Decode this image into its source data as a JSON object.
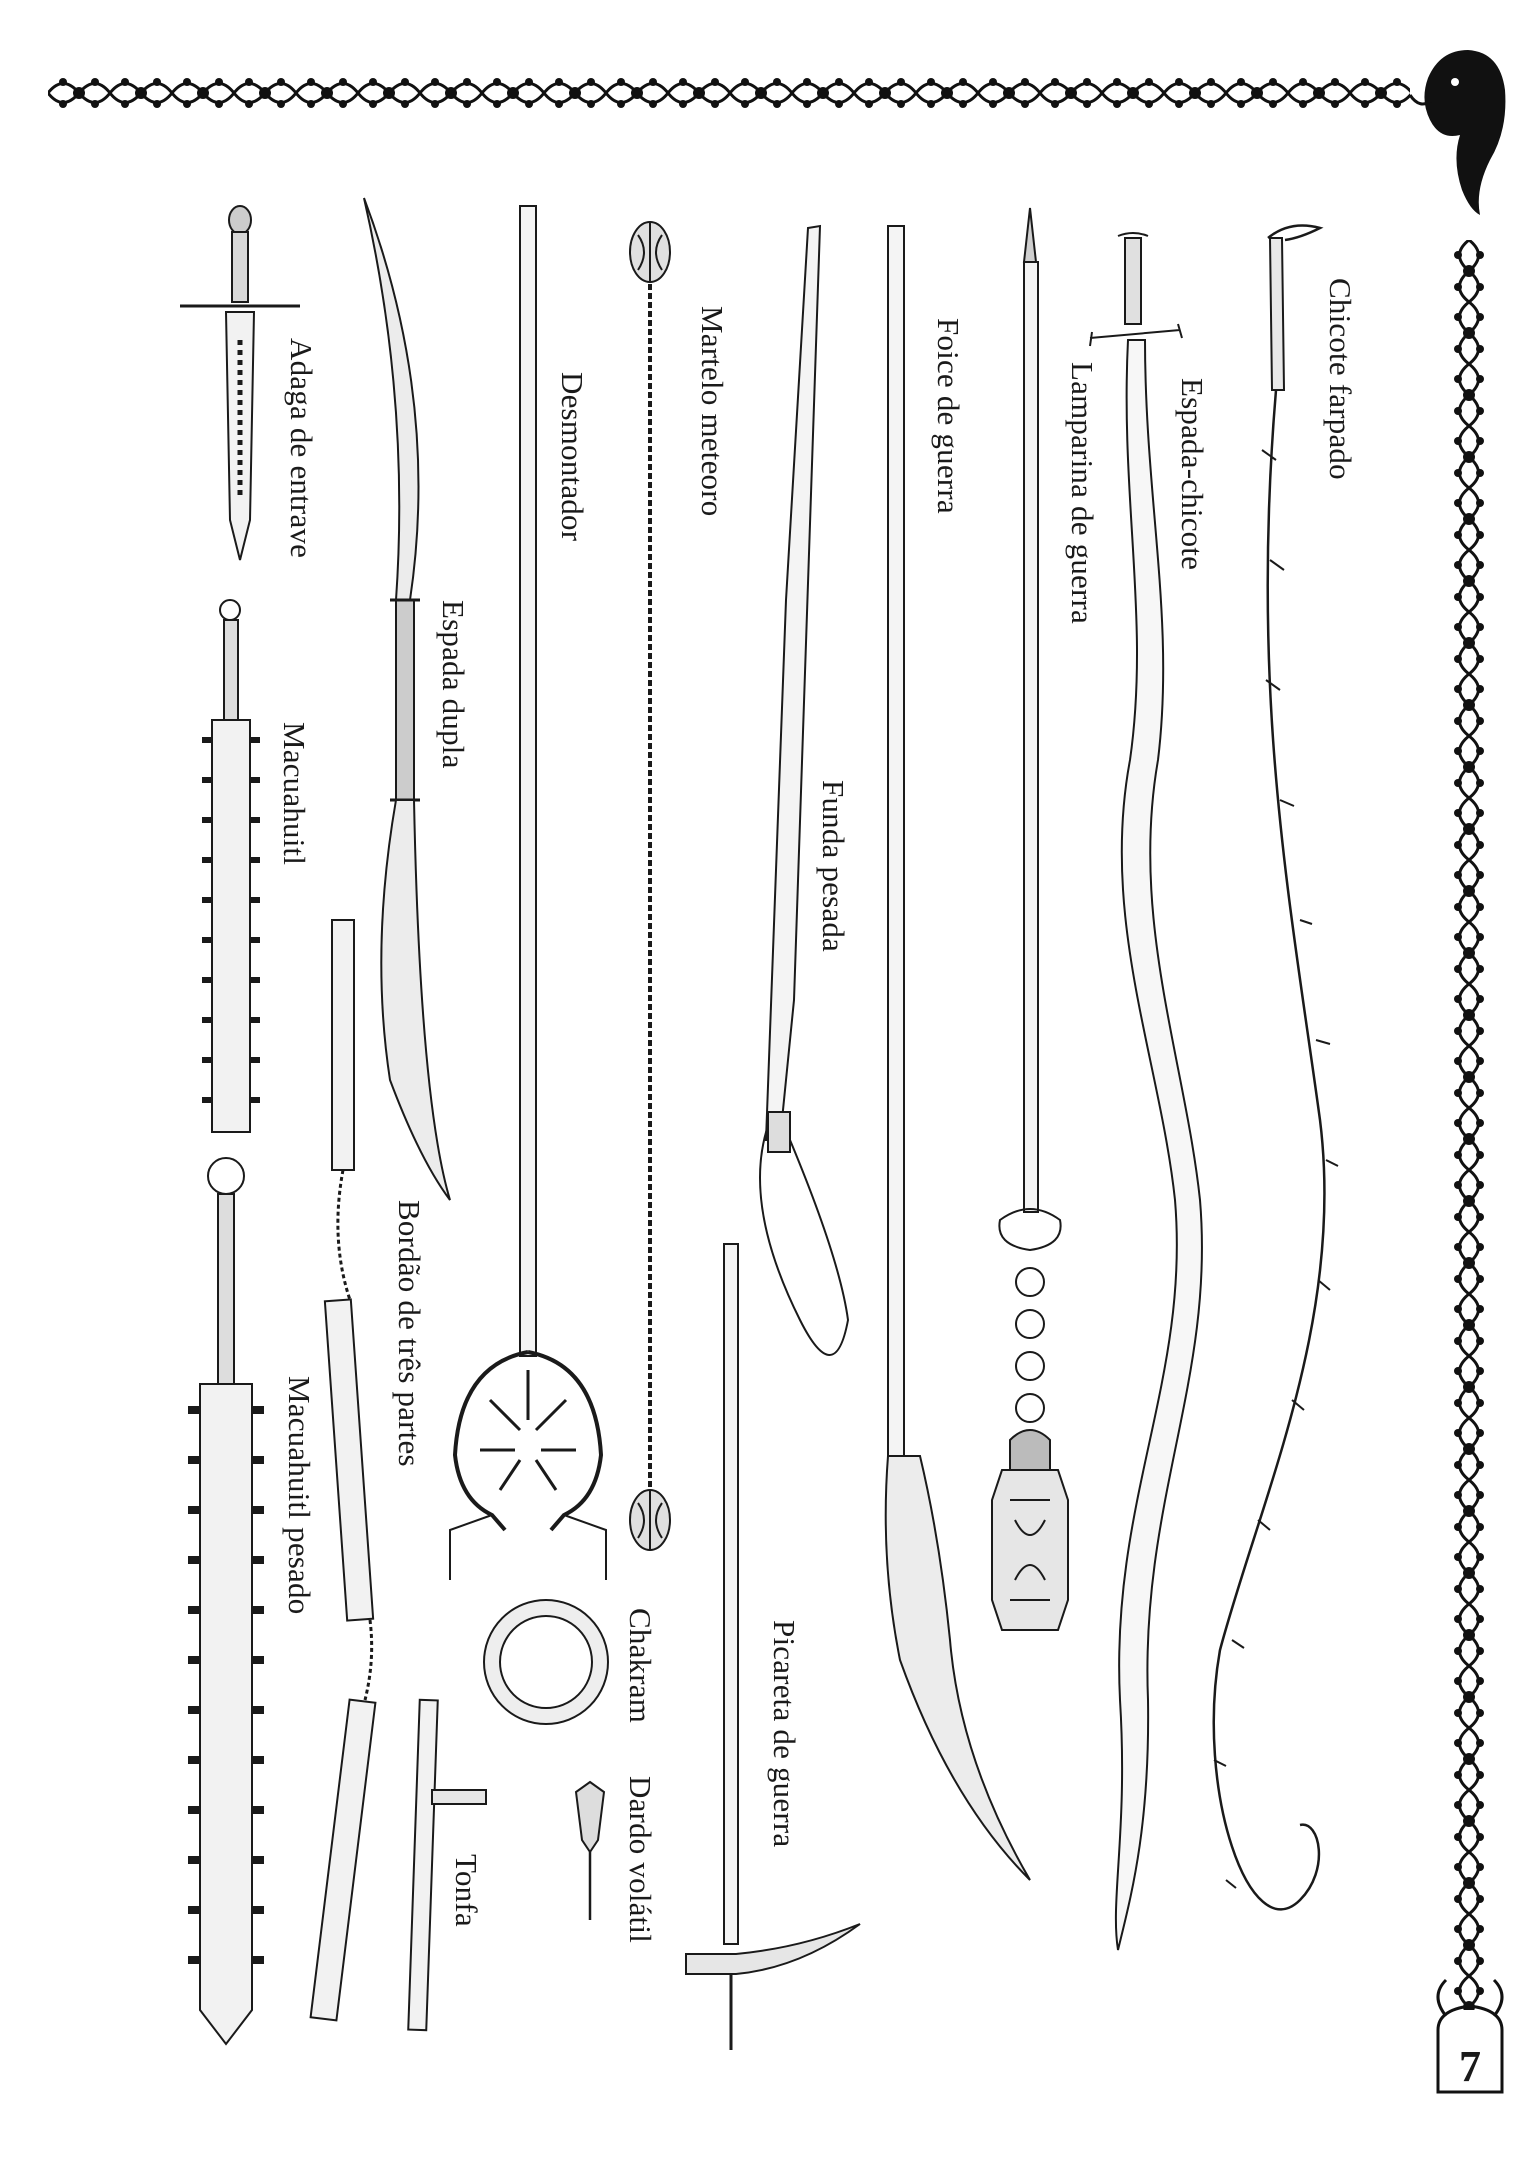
{
  "page_number": "7",
  "ink_color": "#1a1a1a",
  "weapons": [
    {
      "name": "Chicote farpado",
      "icon": "barbed-whip"
    },
    {
      "name": "Espada-chicote",
      "icon": "whip-sword"
    },
    {
      "name": "Lamparina de guerra",
      "icon": "war-lantern"
    },
    {
      "name": "Foice de guerra",
      "icon": "war-scythe"
    },
    {
      "name": "Funda pesada",
      "icon": "heavy-sling"
    },
    {
      "name": "Martelo meteoro",
      "icon": "meteor-hammer"
    },
    {
      "name": "Desmontador",
      "icon": "dismounter"
    },
    {
      "name": "Espada dupla",
      "icon": "double-sword"
    },
    {
      "name": "Adaga de entrave",
      "icon": "trapping-dagger"
    },
    {
      "name": "Macuahuitl",
      "icon": "macuahuitl"
    },
    {
      "name": "Bordão de três partes",
      "icon": "three-section-staff"
    },
    {
      "name": "Macuahuitl pesado",
      "icon": "heavy-macuahuitl"
    },
    {
      "name": "Picareta de guerra",
      "icon": "war-pick"
    },
    {
      "name": "Chakram",
      "icon": "chakram"
    },
    {
      "name": "Dardo volátil",
      "icon": "flying-dart"
    },
    {
      "name": "Tonfa",
      "icon": "tonfa"
    }
  ]
}
